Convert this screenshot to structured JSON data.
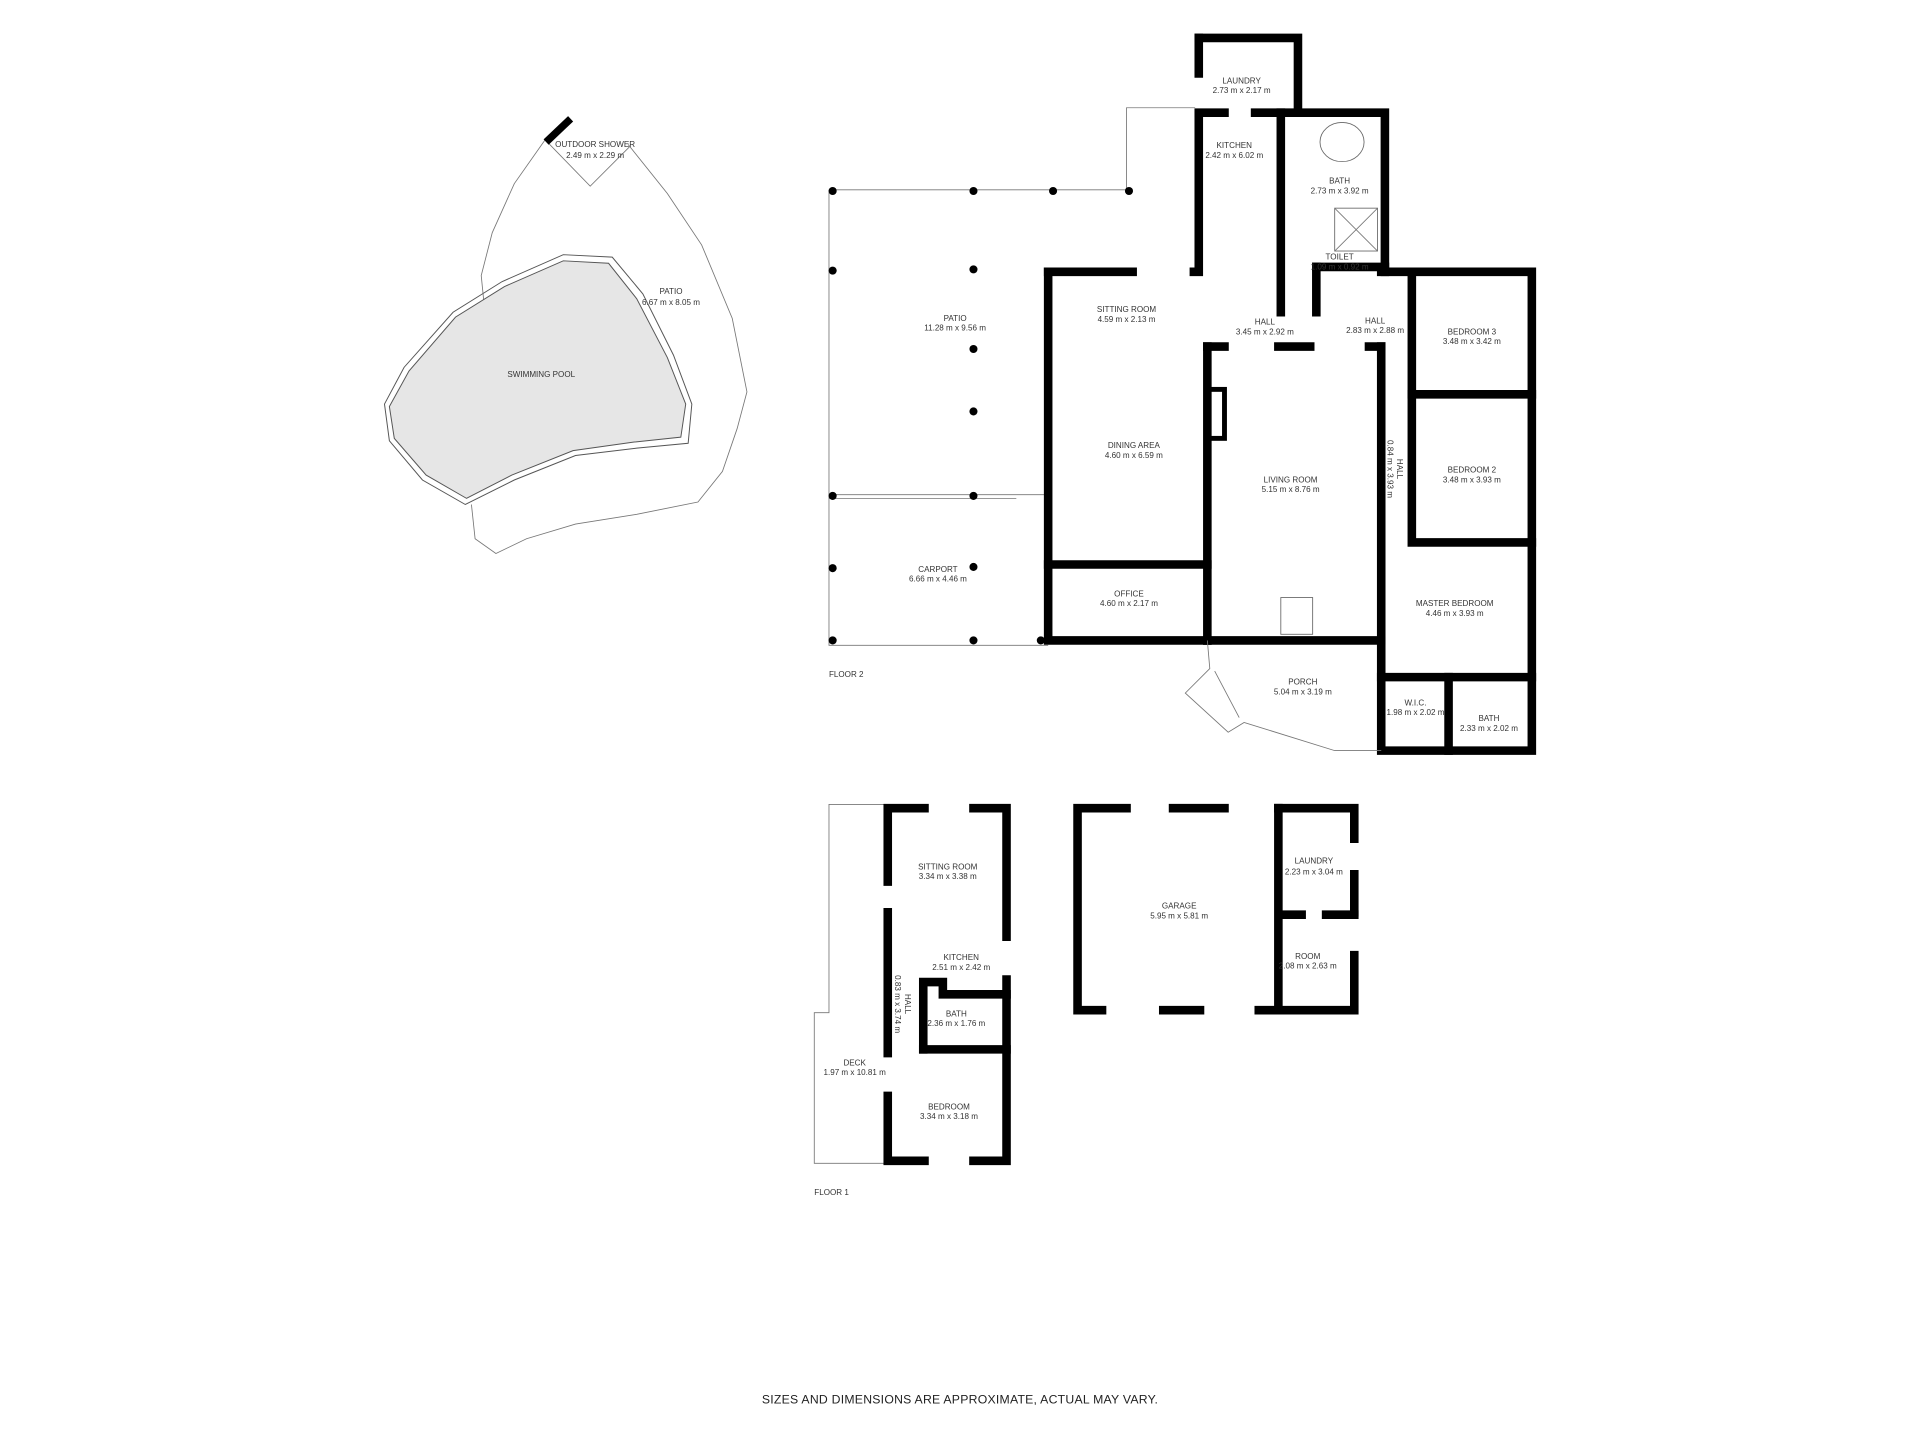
{
  "outdoor": {
    "outdoor_shower": {
      "name": "OUTDOOR SHOWER",
      "dims": "2.49 m x 2.29 m"
    },
    "patio": {
      "name": "PATIO",
      "dims": "6.67 m x 8.05 m"
    },
    "swimming_pool": {
      "name": "SWIMMING POOL"
    }
  },
  "floor2": {
    "label": "FLOOR 2",
    "rooms": {
      "patio": {
        "name": "PATIO",
        "dims": "11.28 m x 9.56 m"
      },
      "sitting_room": {
        "name": "SITTING ROOM",
        "dims": "4.59 m x 2.13 m"
      },
      "laundry": {
        "name": "LAUNDRY",
        "dims": "2.73 m x 2.17 m"
      },
      "kitchen": {
        "name": "KITCHEN",
        "dims": "2.42 m x 6.02 m"
      },
      "bath": {
        "name": "BATH",
        "dims": "2.73 m x 3.92 m"
      },
      "toilet": {
        "name": "TOILET",
        "dims": "1.09 m x 0.92 m"
      },
      "hall_1": {
        "name": "HALL",
        "dims": "3.45 m x 2.92 m"
      },
      "hall_2": {
        "name": "HALL",
        "dims": "2.83 m x 2.88 m"
      },
      "bedroom_3": {
        "name": "BEDROOM 3",
        "dims": "3.48 m x 3.42 m"
      },
      "dining_area": {
        "name": "DINING AREA",
        "dims": "4.60 m x 6.59 m"
      },
      "living_room": {
        "name": "LIVING ROOM",
        "dims": "5.15 m x 8.76 m"
      },
      "hall_3": {
        "name": "HALL",
        "dims": "0.84 m x 3.93 m"
      },
      "bedroom_2": {
        "name": "BEDROOM 2",
        "dims": "3.48 m x 3.93 m"
      },
      "carport": {
        "name": "CARPORT",
        "dims": "6.66 m x 4.46 m"
      },
      "office": {
        "name": "OFFICE",
        "dims": "4.60 m x 2.17 m"
      },
      "master_bedroom": {
        "name": "MASTER BEDROOM",
        "dims": "4.46 m x 3.93 m"
      },
      "porch": {
        "name": "PORCH",
        "dims": "5.04 m x 3.19 m"
      },
      "wic": {
        "name": "W.I.C.",
        "dims": "1.98 m x 2.02 m"
      },
      "bath_2": {
        "name": "BATH",
        "dims": "2.33 m x 2.02 m"
      }
    }
  },
  "floor1": {
    "label": "FLOOR 1",
    "rooms": {
      "sitting_room": {
        "name": "SITTING ROOM",
        "dims": "3.34 m x 3.38 m"
      },
      "kitchen": {
        "name": "KITCHEN",
        "dims": "2.51 m x 2.42 m"
      },
      "hall": {
        "name": "HALL",
        "dims": "0.83 m x 3.74 m"
      },
      "bath": {
        "name": "BATH",
        "dims": "2.36 m x 1.76 m"
      },
      "deck": {
        "name": "DECK",
        "dims": "1.97 m x 10.81 m"
      },
      "bedroom": {
        "name": "BEDROOM",
        "dims": "3.34 m x 3.18 m"
      },
      "garage": {
        "name": "GARAGE",
        "dims": "5.95 m x 5.81 m"
      },
      "laundry": {
        "name": "LAUNDRY",
        "dims": "2.23 m x 3.04 m"
      },
      "room": {
        "name": "ROOM",
        "dims": "2.08 m x 2.63 m"
      }
    }
  },
  "footer": {
    "disclaimer": "SIZES AND DIMENSIONS ARE APPROXIMATE, ACTUAL MAY VARY."
  },
  "colors": {
    "wall": "#000000",
    "pool_fill": "#e6e6e6",
    "outline": "#777777"
  }
}
